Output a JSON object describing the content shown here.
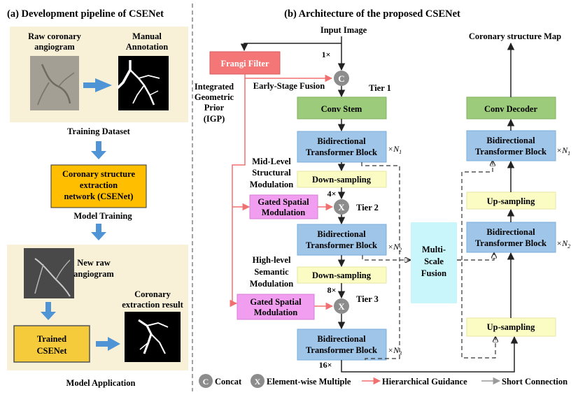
{
  "panel_a": {
    "title": "(a) Development pipeline of CSENet",
    "raw_line1": "Raw coronary",
    "raw_line2": "angiogram",
    "manual_line1": "Manual",
    "manual_line2": "Annotation",
    "training_dataset": "Training Dataset",
    "network_line1": "Coronary structure",
    "network_line2": "extraction",
    "network_line3": "network (CSENet)",
    "model_training": "Model Training",
    "new_line1": "New raw",
    "new_line2": "angiogram",
    "result_line1": "Coronary",
    "result_line2": "extraction result",
    "trained_line1": "Trained",
    "trained_line2": "CSENet",
    "model_application": "Model Application"
  },
  "panel_b": {
    "title": "(b) Architecture of the proposed CSENet",
    "input_image": "Input Image",
    "output_map": "Coronary structure Map",
    "frangi": "Frangi Filter",
    "igp_line1": "Integrated",
    "igp_line2": "Geometric",
    "igp_line3": "Prior",
    "igp_line4": "(IGP)",
    "scale_1x": "1×",
    "scale_4x": "4×",
    "scale_8x": "8×",
    "scale_16x": "16×",
    "early_fusion": "Early-Stage Fusion",
    "tier1": "Tier 1",
    "tier2": "Tier 2",
    "tier3": "Tier 3",
    "conv_stem": "Conv Stem",
    "conv_decoder": "Conv Decoder",
    "bt_line1": "Bidirectional",
    "bt_line2": "Transformer Block",
    "times": "×",
    "n_letter": "N",
    "sub1": "1",
    "sub2": "2",
    "sub3": "3",
    "down": "Down-sampling",
    "up": "Up-sampling",
    "mid_line1": "Mid-Level",
    "mid_line2": "Structural",
    "mid_line3": "Modulation",
    "high_line1": "High-level",
    "high_line2": "Semantic",
    "high_line3": "Modulation",
    "gsm_line1": "Gated Spatial",
    "gsm_line2": "Modulation",
    "msf_line1": "Multi-",
    "msf_line2": "Scale",
    "msf_line3": "Fusion",
    "concat_symbol": "C",
    "multiply_symbol": "X"
  },
  "legend": {
    "concat": "Concat",
    "multiply": "Element-wise Multiple",
    "hierarchical": "Hierarchical Guidance",
    "short": "Short Connection"
  },
  "colors": {
    "panel_bg": "#f8f1d8",
    "network_box": "#ffbf00",
    "trained_box": "#f5cb3c",
    "blue_arrow": "#4f95d6",
    "frangi": "#f47676",
    "conv_green": "#9ccb7c",
    "transformer_blue": "#9fc5e8",
    "sampling_yellow": "#fafcc4",
    "gsm_pink": "#f19ef0",
    "fusion_cyan": "#c9f6fb",
    "circle_grey": "#8c8c8c",
    "guidance_red": "#f07070"
  }
}
